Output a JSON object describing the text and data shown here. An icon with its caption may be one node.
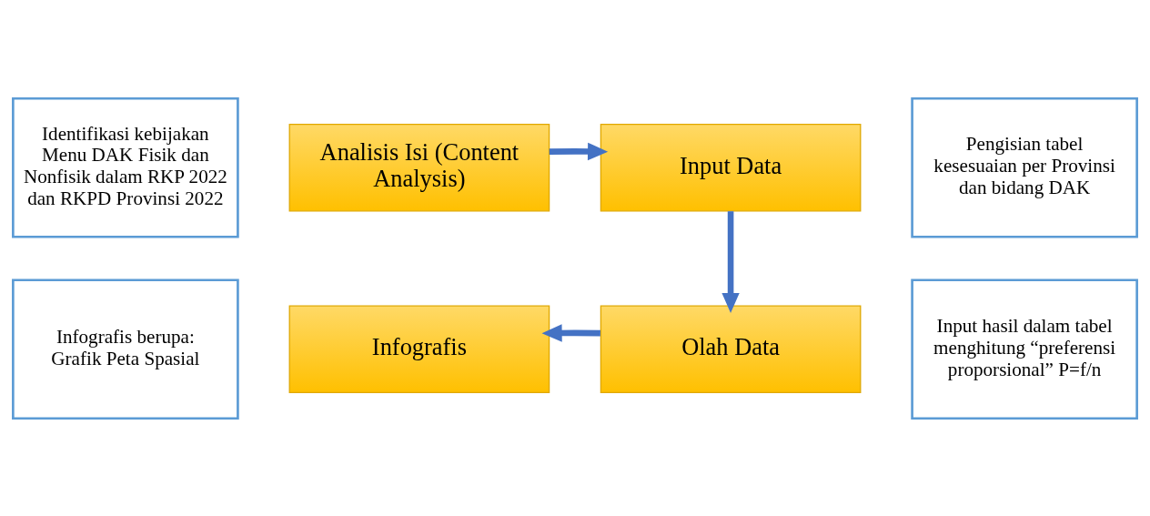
{
  "diagram": {
    "nodes": [
      {
        "text": [
          "Identifikasi kebijakan Menu DAK Fisik dan Nonfisik dalam RKP 2022 dan RKPD Provinsi 2022"
        ]
      },
      {
        "text": [
          "Analisis Isi (Content Analysis)"
        ]
      },
      {
        "text": [
          "Input Data"
        ]
      },
      {
        "text": [
          "Pengisian tabel kesesuaian per Provinsi dan bidang DAK"
        ]
      },
      {
        "text": [
          "Infografis berupa: Grafik Peta Spasial"
        ]
      },
      {
        "text": [
          "Infografis"
        ]
      },
      {
        "text": [
          "Olah Data"
        ]
      },
      {
        "text": [
          "Input hasil dalam tabel menghitung “preferensi proporsional” P=f/n"
        ]
      }
    ],
    "edges": [
      {
        "from": 1,
        "to": 2,
        "arrow": "to"
      },
      {
        "from": 2,
        "to": 6,
        "arrow": "to"
      },
      {
        "from": 6,
        "to": 5,
        "arrow": "to"
      }
    ]
  }
}
